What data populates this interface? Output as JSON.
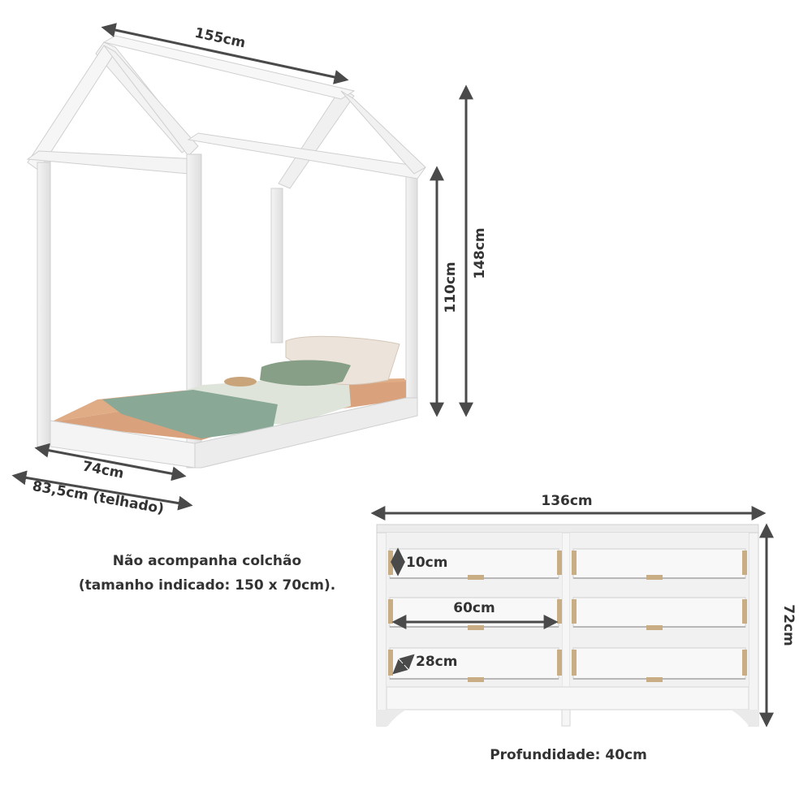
{
  "bed": {
    "dimensions": {
      "length": "155cm",
      "height_total": "148cm",
      "height_wall": "110cm",
      "width": "74cm",
      "width_roof": "83,5cm (telhado)"
    },
    "note_line1": "Não acompanha colchão",
    "note_line2": "(tamanho indicado: 150 x 70cm)."
  },
  "dresser": {
    "dimensions": {
      "width": "136cm",
      "height": "72cm",
      "drawer_height": "10cm",
      "drawer_width": "60cm",
      "drawer_depth": "28cm"
    },
    "depth_note": "Profundidade: 40cm"
  },
  "colors": {
    "dimension_line": "#4a4a4a",
    "frame": "#ffffff",
    "frame_shadow": "#d9d9d9",
    "mattress": "#d9a27c",
    "blanket": "#8aa896",
    "pillow_green": "#879f86",
    "pillow_cream": "#ece3da",
    "wood_hardware": "#c9ad85"
  }
}
